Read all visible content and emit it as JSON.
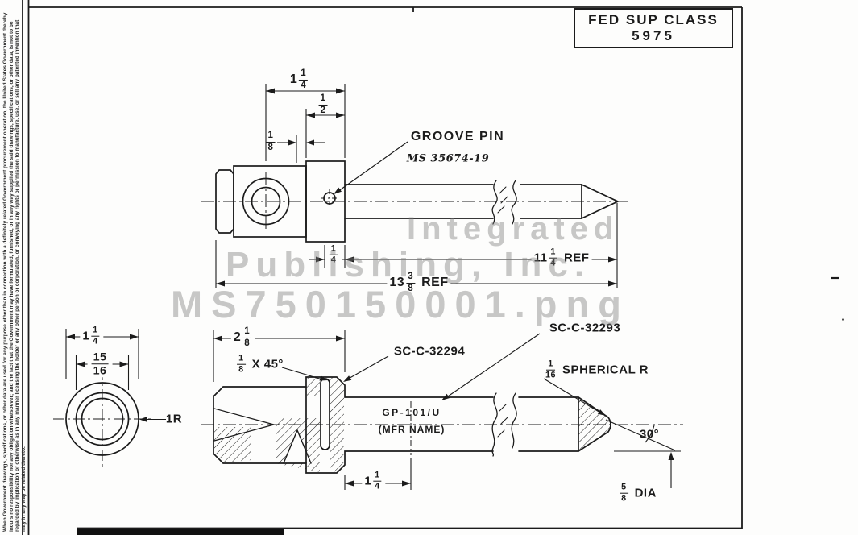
{
  "colors": {
    "ink": "#1b1b1b",
    "paper": "#fdfdfc",
    "watermark_gray": "#7d7d7d"
  },
  "title_block": {
    "line1": "FED SUP CLASS",
    "code": "5975"
  },
  "watermark": {
    "line1": "Integrated",
    "line2": "Publishing, Inc.",
    "line3": "MS750150001.png"
  },
  "margin_note": {
    "text": "When Government drawings, specifications, or other data are used for any purpose other than in connection with a definitely related Government procurement operation, the United States Government thereby incurs no responsibility nor any obligation whatsoever; and the fact that the Government may have formulated, furnished, or in any way supplied the said drawings, specifications, or other data, is not to be regarded by implication or otherwise as in any manner licensing the holder or any other person or corporation, or conveying any rights or permission to manufacture, use, or sell any patented invention that may in any way be related thereto."
  },
  "side_view": {
    "head_width": {
      "whole": "1",
      "num": "1",
      "den": "4"
    },
    "half": {
      "num": "1",
      "den": "2"
    },
    "eighth": {
      "num": "1",
      "den": "8"
    },
    "groove_pin_label": "GROOVE PIN",
    "groove_pin_spec": "MS 35674-19",
    "quarter": {
      "num": "1",
      "den": "4"
    },
    "shaft_ref": {
      "whole": "11",
      "num": "1",
      "den": "4",
      "suffix": "REF"
    },
    "overall_ref": {
      "whole": "13",
      "num": "3",
      "den": "8",
      "suffix": "REF"
    }
  },
  "end_view": {
    "outer_dia": {
      "whole": "1",
      "num": "1",
      "den": "4"
    },
    "inner_dia": {
      "num": "15",
      "den": "16"
    },
    "radius": "1R"
  },
  "section_view": {
    "head_length": {
      "whole": "2",
      "num": "1",
      "den": "8"
    },
    "chamfer": {
      "num": "1",
      "den": "8",
      "suffix": "X 45°"
    },
    "finish_spec_1": "SC-C-32294",
    "finish_spec_2": "SC-C-32293",
    "spherical_radius": {
      "num": "1",
      "den": "16",
      "suffix": "SPHERICAL R"
    },
    "marking_line1": "GP-101/U",
    "marking_line2": "(MFR NAME)",
    "tip_angle": "30°",
    "shaft_dia": {
      "num": "5",
      "den": "8",
      "suffix": "DIA"
    },
    "pin_offset": {
      "whole": "1",
      "num": "1",
      "den": "4"
    }
  }
}
